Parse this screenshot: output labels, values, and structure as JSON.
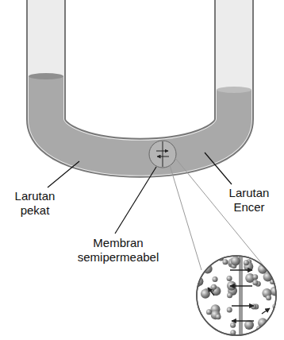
{
  "diagram": {
    "labels": [
      "Larutan pekat",
      "Larutan Encer",
      "Membran semipermeabel"
    ]
  }
}
